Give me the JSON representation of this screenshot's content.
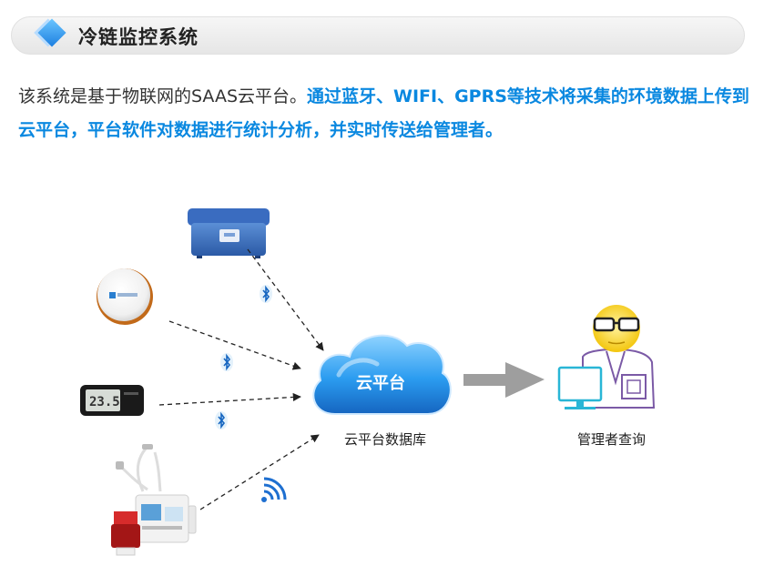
{
  "header": {
    "title": "冷链监控系统"
  },
  "intro": {
    "plain": "该系统是基于物联网的SAAS云平台。",
    "highlight": "通过蓝牙、WIFI、GPRS等技术将采集的环境数据上传到云平台，平台软件对数据进行统计分析，并实时传送给管理者。"
  },
  "diagram": {
    "cloud_text": "云平台",
    "cloud_label": "云平台数据库",
    "manager_label": "管理者查询",
    "logger_display": "23.5",
    "colors": {
      "cloud": "#1e88e5",
      "arrow": "#9e9e9e",
      "highlight": "#0a88e0",
      "bluetooth": "#1565c0",
      "manager_body": "#7b5aa6"
    }
  }
}
